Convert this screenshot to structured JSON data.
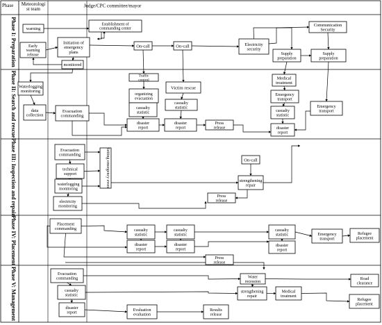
{
  "header": {
    "phase": "Phase",
    "meteorologist": "Meteorologi st team",
    "judge": "Judge/CPC committee/mayor"
  },
  "phases": [
    "Phase I: Preparation",
    "Phase II: Search and rescue",
    "Phase III: Inspection and repair",
    "Phase IV: Placement",
    "Phase V: Management"
  ],
  "nodes": {
    "warning": "warning",
    "establishment": "Establishment of commanding center",
    "communication_security": "Communication Security",
    "early_warning": "Early warning release",
    "initiation": "Initiation of emergency plans",
    "on_call_1": "On-call",
    "on_call_2": "On-call",
    "electricity_security": "Electricity security",
    "supply_prep_1": "Supply preparation",
    "supply_prep_2": "Supply preparation",
    "monitored": "monitored",
    "waterlogging_monitoring": "Waterlogging monitoring",
    "traffic_control": "Traffic control",
    "victim_rescue": "Victim rescue",
    "medical_treatment_1": "Medical treatment",
    "organizing_evacuation": "organizing evacuation",
    "emergency_transport_1": "Emergency transport",
    "emergency_transport_2": "Emergency transport",
    "data_collection": "data collection",
    "evacuation_commanding_1": "Evacuation commanding",
    "casualty_statistic_1": "casualty statistic",
    "casualty_statistic_2": "casualty statistic",
    "casualty_statistic_3": "casualty statistic",
    "disaster_report_1": "disaster report",
    "disaster_report_2": "disaster report",
    "press_release_1": "Press release",
    "disaster_report_3": "disaster report",
    "evacuation_commanding_2": "Evacuation commanding",
    "setting_emergency_event": "Setting emergency event",
    "technical_support": "technical support",
    "on_call_3": "On-call",
    "waterlogging_monitoring_2": "waterlogging monitoring",
    "strengthening_repair_1": "strengthening repair",
    "electricity_monitoring": "electricity monitoring",
    "press_release_2": "Press release",
    "placement_commanding": "Placement commanding",
    "casualty_statistic_4": "casualty statistic",
    "casualty_statistic_5": "casualty statistic",
    "casualty_statistic_6": "casualty statistic",
    "emergency_transport_3": "Emergency transport",
    "refugee_placement_1": "Refugee placement",
    "disaster_report_4": "disaster report",
    "disaster_report_5": "disaster report",
    "disaster_report_6": "disaster report",
    "press_release_3": "Press release",
    "evacuation_commanding_3": "Evacuation commanding",
    "water_recession": "Water recession",
    "road_clearance": "Road clearance",
    "casualty_statistic_7": "casualty statistic",
    "strengthening_repair_2": "strengthening repair",
    "medical_treatment_2": "Medical treatment",
    "refugee_placement_2": "Refugee placement",
    "disaster_report_7": "disaster report",
    "evaluation": "Evaluation evaluation",
    "results_release": "Results release"
  }
}
